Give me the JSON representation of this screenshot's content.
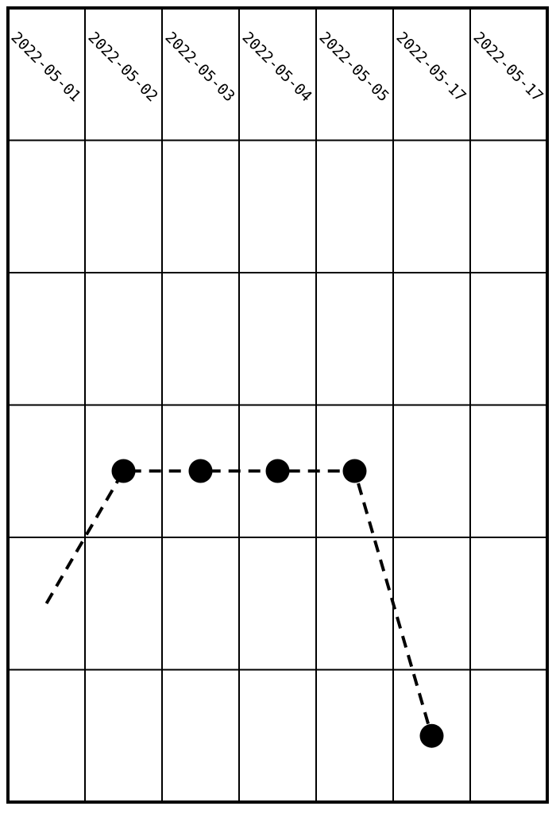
{
  "chart_data": {
    "type": "line",
    "title": "",
    "xlabel": "",
    "ylabel": "",
    "x": [
      "2022-05-01",
      "2022-05-02",
      "2022-05-03",
      "2022-05-04",
      "2022-05-05",
      "2022-05-17",
      "2022-05-17"
    ],
    "tick_labels": [
      "2022-05-01",
      "2022-05-02",
      "2022-05-03",
      "2022-05-04",
      "2022-05-05",
      "2022-05-17",
      "2022-05-17"
    ],
    "series": [
      {
        "values": [
          1.5,
          2.5,
          2.5,
          2.5,
          2.5,
          0.5,
          null
        ],
        "line_style": "dashed",
        "markers": [
          false,
          true,
          true,
          true,
          true,
          true,
          false
        ]
      }
    ],
    "rows": 6,
    "ylim": [
      0,
      5
    ],
    "grid": true,
    "legend": "none",
    "x_tick_position": "top",
    "x_tick_rotation_deg": 45,
    "line_color": "#000000",
    "grid_color": "#000000",
    "background": "#ffffff"
  }
}
